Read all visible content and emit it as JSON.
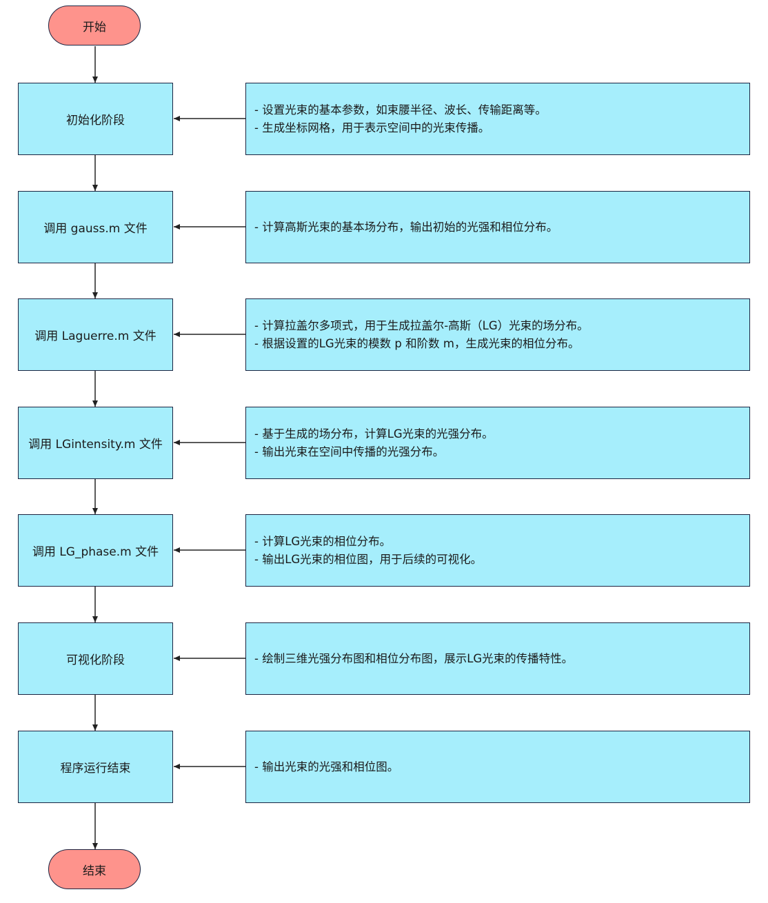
{
  "start_label": "开始",
  "end_label": "结束",
  "colors": {
    "terminal_fill": "#fe938c",
    "box_fill": "#a6eefc",
    "border": "#1a2340",
    "arrow": "#222222"
  },
  "steps": [
    {
      "label": "初始化阶段",
      "notes": [
        "- 设置光束的基本参数，如束腰半径、波长、传输距离等。",
        "- 生成坐标网格，用于表示空间中的光束传播。"
      ]
    },
    {
      "label": "调用 gauss.m 文件",
      "notes": [
        "- 计算高斯光束的基本场分布，输出初始的光强和相位分布。"
      ]
    },
    {
      "label": "调用 Laguerre.m 文件",
      "notes": [
        "- 计算拉盖尔多项式，用于生成拉盖尔-高斯（LG）光束的场分布。",
        "- 根据设置的LG光束的模数 p 和阶数 m，生成光束的相位分布。"
      ]
    },
    {
      "label": "调用 LGintensity.m 文件",
      "notes": [
        "- 基于生成的场分布，计算LG光束的光强分布。",
        "- 输出光束在空间中传播的光强分布。"
      ]
    },
    {
      "label": "调用 LG_phase.m 文件",
      "notes": [
        "- 计算LG光束的相位分布。",
        "- 输出LG光束的相位图，用于后续的可视化。"
      ]
    },
    {
      "label": "可视化阶段",
      "notes": [
        "- 绘制三维光强分布图和相位分布图，展示LG光束的传播特性。"
      ]
    },
    {
      "label": "程序运行结束",
      "notes": [
        "- 输出光束的光强和相位图。"
      ]
    }
  ]
}
